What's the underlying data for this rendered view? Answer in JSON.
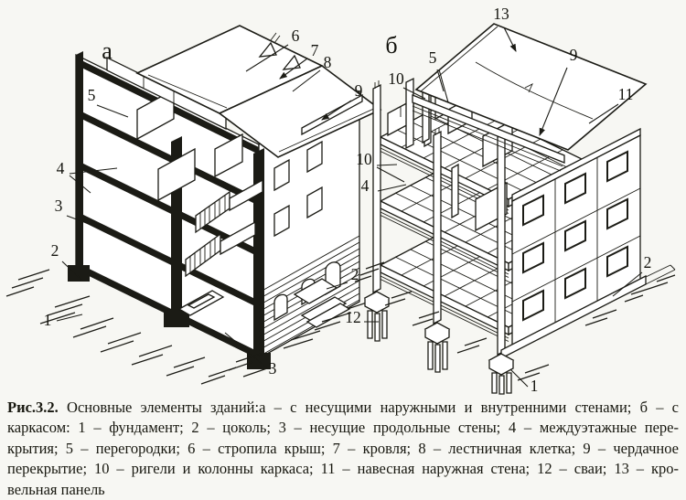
{
  "figure": {
    "panel_a_label": "а",
    "panel_b_label": "б",
    "callouts": [
      {
        "label": "5"
      },
      {
        "label": "4"
      },
      {
        "label": "3"
      },
      {
        "label": "2"
      },
      {
        "label": "1"
      },
      {
        "label": "6"
      },
      {
        "label": "7"
      },
      {
        "label": "8"
      },
      {
        "label": "9"
      },
      {
        "label": "3"
      },
      {
        "label": "2"
      },
      {
        "label": "13"
      },
      {
        "label": "5"
      },
      {
        "label": "10"
      },
      {
        "label": "9"
      },
      {
        "label": "11"
      },
      {
        "label": "10"
      },
      {
        "label": "4"
      },
      {
        "label": "12"
      },
      {
        "label": "2"
      },
      {
        "label": "1"
      }
    ]
  },
  "caption": {
    "fig_label": "Рис.3.2.",
    "lines": [
      "Основные элементы зданий:а – с несущими наружными и внутренними стенами; б – с",
      "каркасом: 1 – фундамент; 2 – цоколь; 3 – несущие продольные стены; 4 – междуэтажные пере-",
      "крытия; 5 – перегородки; 6 – стропила крыш; 7 – кровля; 8 – лестничная клетка; 9 – чердачное",
      "перекрытие; 10 – ригели и колонны каркаса; 11 – навесная наружная стена; 12 – сваи; 13 – кро-",
      "вельная панель"
    ]
  }
}
